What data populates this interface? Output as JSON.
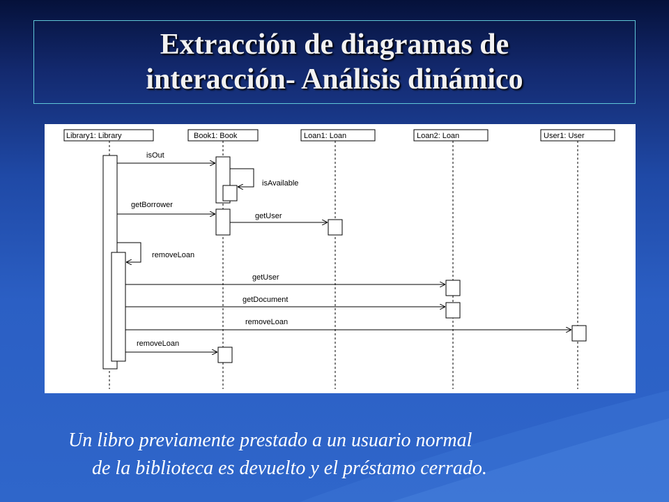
{
  "slide": {
    "title_line1": "Extracción de diagramas de",
    "title_line2": "interacción- Análisis dinámico",
    "caption_line1": "Un libro previamente prestado a un usuario normal",
    "caption_line2": "de la biblioteca es devuelto y el préstamo cerrado."
  },
  "diagram": {
    "lifelines": [
      {
        "label": "Library1: Library"
      },
      {
        "label": "Book1: Book"
      },
      {
        "label": "Loan1: Loan"
      },
      {
        "label": "Loan2: Loan"
      },
      {
        "label": "User1: User"
      }
    ],
    "messages": [
      {
        "label": "isOut"
      },
      {
        "label": "isAvailable"
      },
      {
        "label": "getBorrower"
      },
      {
        "label": "getUser"
      },
      {
        "label": "removeLoan"
      },
      {
        "label": "getUser"
      },
      {
        "label": "getDocument"
      },
      {
        "label": "removeLoan"
      },
      {
        "label": "removeLoan"
      }
    ]
  }
}
